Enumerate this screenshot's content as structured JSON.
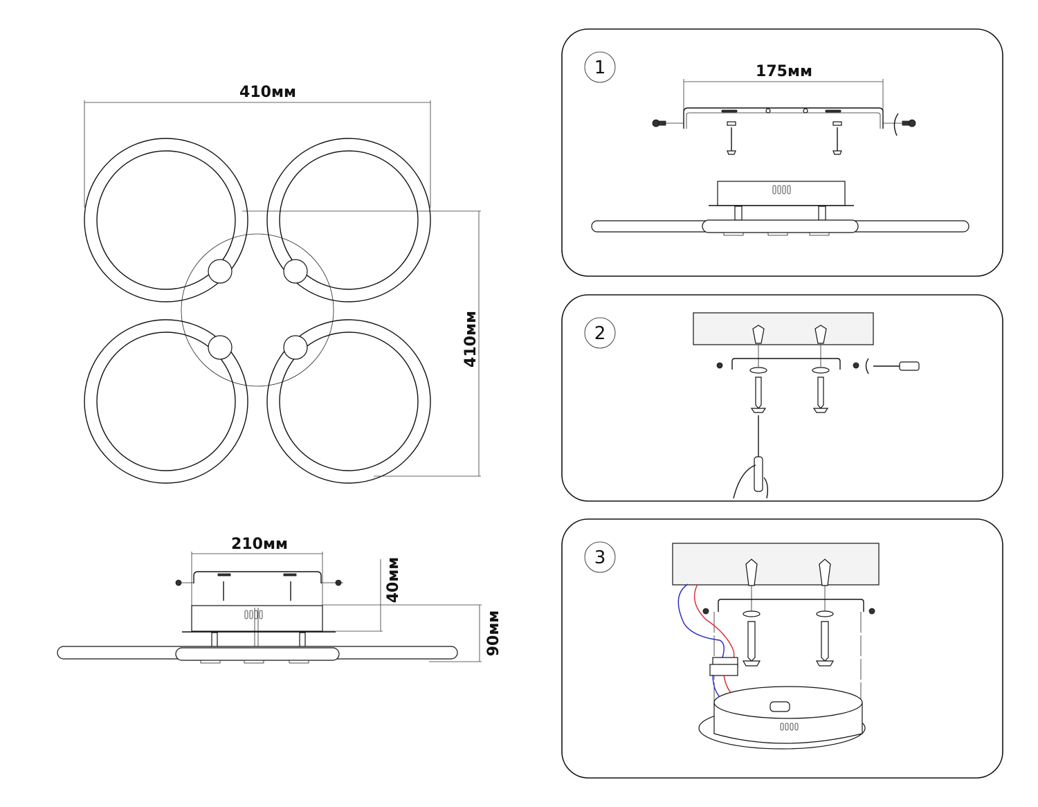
{
  "top_view": {
    "width_label": "410мм",
    "height_label": "410мм"
  },
  "side_view": {
    "mount_width_label": "210мм",
    "box_height_label": "40мм",
    "total_height_label": "90мм"
  },
  "steps": [
    {
      "number": "1",
      "bracket_width_label": "175мм"
    },
    {
      "number": "2"
    },
    {
      "number": "3"
    }
  ],
  "colors": {
    "wire_neutral": "#2323c8",
    "wire_live": "#e0282d"
  }
}
